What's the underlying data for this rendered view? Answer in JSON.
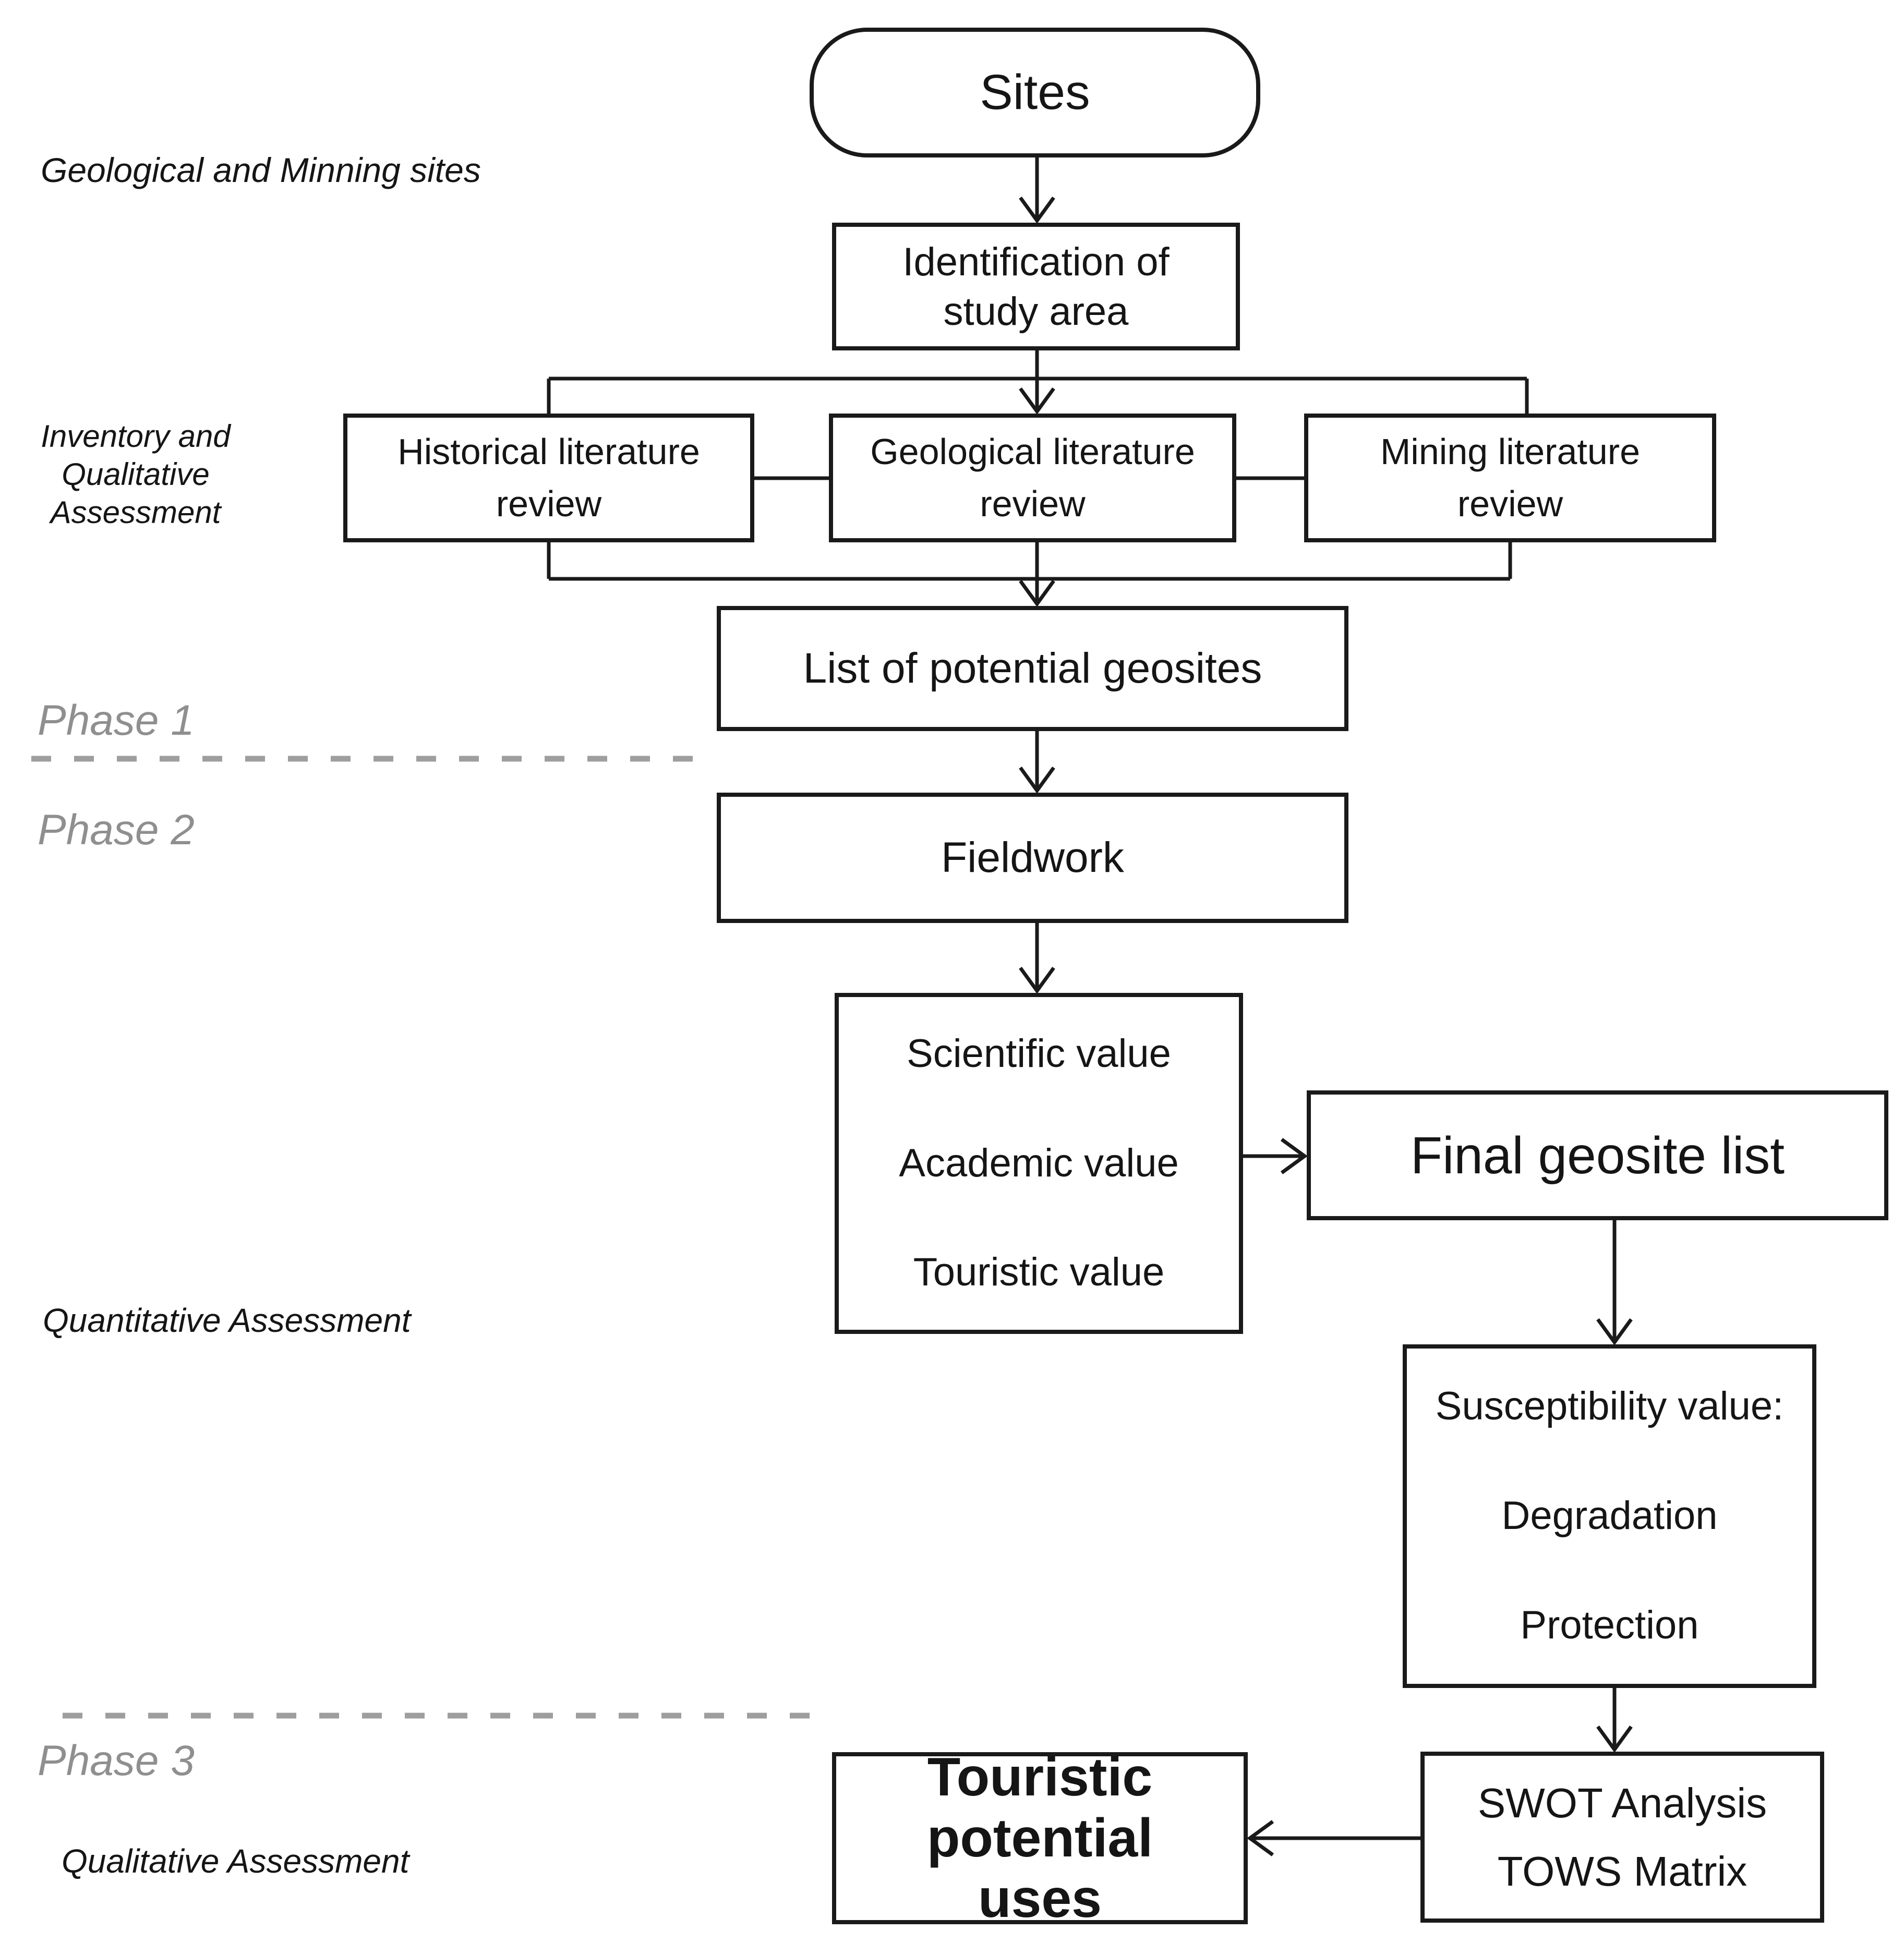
{
  "diagram": {
    "nodes": {
      "sites": "Sites",
      "identification": "Identification of\nstudy area",
      "historical": "Historical literature\nreview",
      "geological": "Geological literature\nreview",
      "mining": "Mining literature\nreview",
      "list": "List of potential geosites",
      "fieldwork": "Fieldwork",
      "values": "Scientific value\n\nAcademic value\n\nTouristic value",
      "final": "Final geosite list",
      "susceptibility": "Susceptibility value:\n\nDegradation\n\nProtection",
      "swot": "SWOT Analysis\nTOWS Matrix",
      "touristic": "Touristic potential\nuses"
    },
    "side_labels": {
      "geological_mining": "Geological and Minning sites",
      "inventory": "Inventory and\nQualitative\nAssessment",
      "phase1": "Phase 1",
      "phase2": "Phase 2",
      "quantitative": "Quantitative Assessment",
      "phase3": "Phase 3",
      "qualitative": "Qualitative Assessment"
    },
    "colors": {
      "line": "#1a1a1a",
      "box_border": "#1a1a1a",
      "background": "#ffffff",
      "text": "#151515",
      "phase_label": "#8f8f8f",
      "dashed_divider": "#9e9e9e"
    }
  }
}
